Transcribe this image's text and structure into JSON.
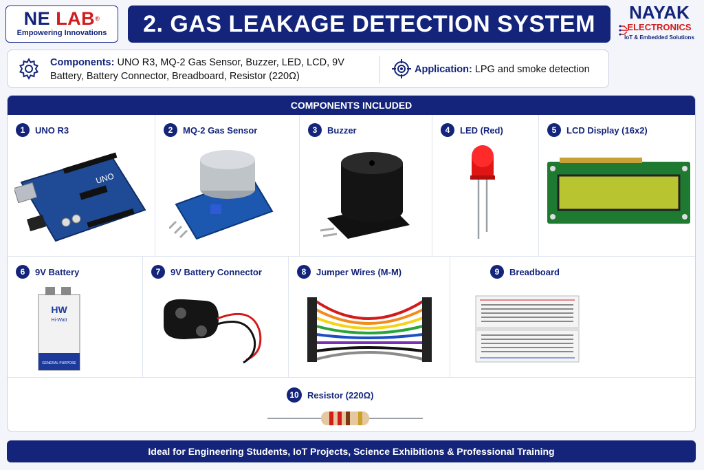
{
  "header": {
    "logo_left": {
      "part1": "NE",
      "part2": "LAB",
      "reg": "®",
      "tagline": "Empowering Innovations"
    },
    "title": "2. GAS LEAKAGE DETECTION SYSTEM",
    "logo_right": {
      "line1": "NAYAK",
      "line2": "ELECTRONICS",
      "tagline": "IoT & Embedded Solutions"
    }
  },
  "info": {
    "components_label": "Components:",
    "components_text": "UNO R3, MQ-2 Gas Sensor, Buzzer, LED, LCD, 9V Battery, Battery Connector, Breadboard, Resistor (220Ω)",
    "application_label": "Application:",
    "application_text": "LPG and smoke detection"
  },
  "section_title": "COMPONENTS INCLUDED",
  "components": [
    {
      "num": "1",
      "name": "UNO R3",
      "board_text": "UNO"
    },
    {
      "num": "2",
      "name": "MQ-2 Gas Sensor"
    },
    {
      "num": "3",
      "name": "Buzzer"
    },
    {
      "num": "4",
      "name": "LED (Red)"
    },
    {
      "num": "5",
      "name": "LCD Display (16x2)"
    },
    {
      "num": "6",
      "name": "9V Battery",
      "brand": "HW",
      "brand_sub": "Hi-Watt",
      "label": "GENERAL PURPOSE"
    },
    {
      "num": "7",
      "name": "9V Battery Connector"
    },
    {
      "num": "8",
      "name": "Jumper Wires (M-M)"
    },
    {
      "num": "9",
      "name": "Breadboard"
    },
    {
      "num": "10",
      "name": "Resistor (220Ω)"
    }
  ],
  "footer": "Ideal for Engineering Students, IoT Projects, Science Exhibitions & Professional Training",
  "colors": {
    "primary": "#13247a",
    "accent": "#d21c1c",
    "panel": "#ffffff",
    "background": "#f3f5fa"
  }
}
